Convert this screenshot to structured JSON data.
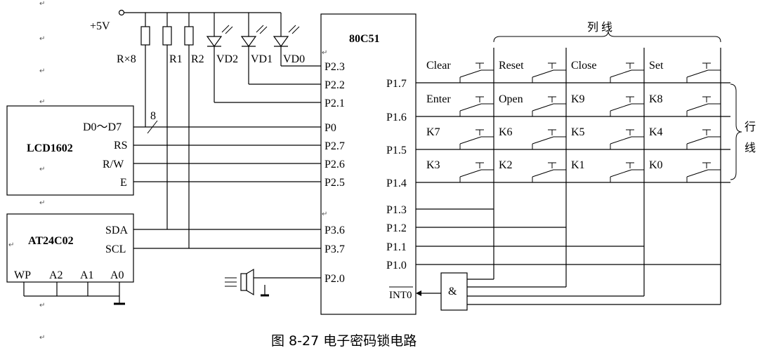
{
  "power": {
    "label": "+5V"
  },
  "resistors": {
    "network": "R×8",
    "r1": "R1",
    "r2": "R2",
    "bus_width": "8"
  },
  "leds": [
    "VD2",
    "VD1",
    "VD0"
  ],
  "mcu": {
    "name": "80C51",
    "left_pins": [
      "P2.3",
      "P2.2",
      "P2.1",
      "P0",
      "P2.7",
      "P2.6",
      "P2.5",
      "P3.6",
      "P3.7",
      "P2.0"
    ],
    "right_pins": [
      "P1.7",
      "P1.6",
      "P1.5",
      "P1.4",
      "P1.3",
      "P1.2",
      "P1.1",
      "P1.0"
    ],
    "int_pin": "INT0"
  },
  "lcd": {
    "name": "LCD1602",
    "pins": [
      "D0～D7",
      "RS",
      "R/W",
      "E"
    ]
  },
  "eeprom": {
    "name": "AT24C02",
    "right_pins": [
      "SDA",
      "SCL"
    ],
    "bottom_pins": [
      "WP",
      "A2",
      "A1",
      "A0"
    ]
  },
  "keypad": {
    "column_label": "列 线",
    "row_label_1": "行",
    "row_label_2": "线",
    "keys": [
      [
        "Clear",
        "Reset",
        "Close",
        "Set"
      ],
      [
        "Enter",
        "Open",
        "K9",
        "K8"
      ],
      [
        "K7",
        "K6",
        "K5",
        "K4"
      ],
      [
        "K3",
        "K2",
        "K1",
        "K0"
      ]
    ]
  },
  "and_gate": {
    "symbol": "&"
  },
  "caption": "图 8-27  电子密码锁电路"
}
